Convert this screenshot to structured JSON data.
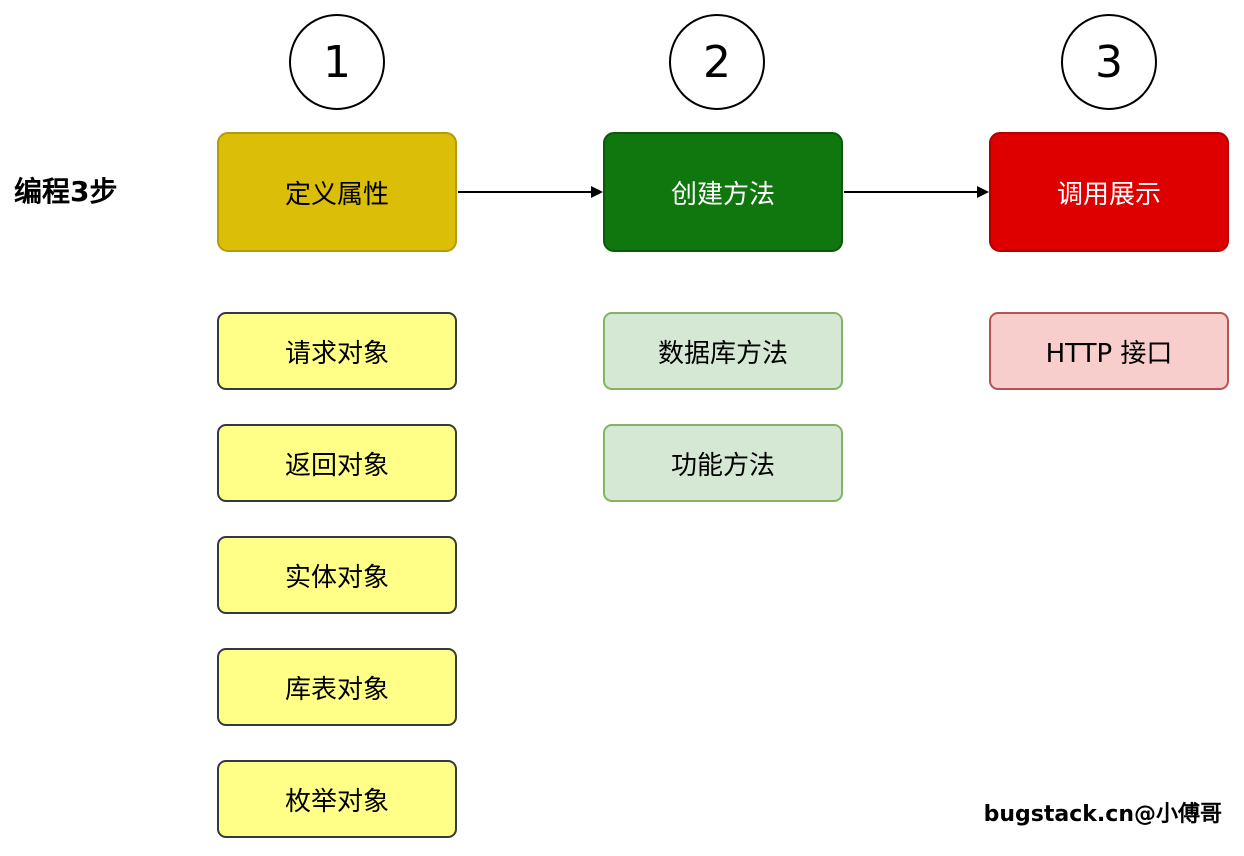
{
  "title": "编程3步",
  "steps": [
    {
      "number": "1",
      "label": "定义属性",
      "fill": "#dbbe07",
      "border": "#b59a0a",
      "text_color": "#000000"
    },
    {
      "number": "2",
      "label": "创建方法",
      "fill": "#0f770d",
      "border": "#0a5a09",
      "text_color": "#ffffff"
    },
    {
      "number": "3",
      "label": "调用展示",
      "fill": "#de0000",
      "border": "#b20000",
      "text_color": "#ffffff"
    }
  ],
  "step1_items": [
    "请求对象",
    "返回对象",
    "实体对象",
    "库表对象",
    "枚举对象"
  ],
  "step2_items": [
    "数据库方法",
    "功能方法"
  ],
  "step3_items": [
    "HTTP 接口"
  ],
  "colors": {
    "step1_item_fill": "#ffff88",
    "step1_item_border": "#36393d",
    "step2_item_fill": "#d5e8d4",
    "step2_item_border": "#82b366",
    "step3_item_fill": "#f8cecc",
    "step3_item_border": "#b85450"
  },
  "watermark": "bugstack.cn@小傅哥"
}
